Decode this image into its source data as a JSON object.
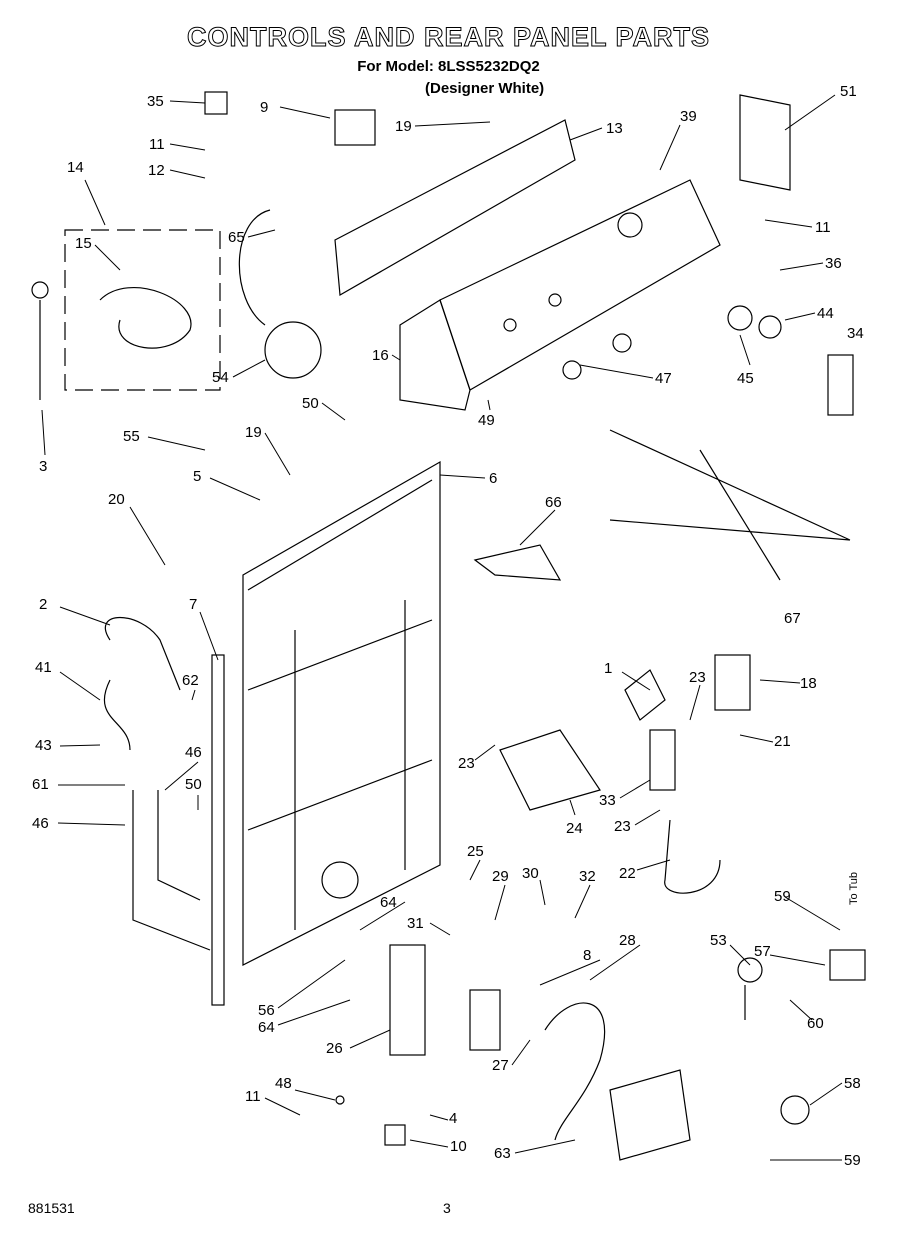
{
  "header": {
    "title": "CONTROLS AND REAR PANEL PARTS",
    "model": "For Model: 8LSS5232DQ2",
    "variant": "(Designer White)"
  },
  "footer": {
    "code": "881531",
    "page": "3"
  },
  "diagram": {
    "to_tub_note": "To Tub",
    "callouts": [
      "35",
      "9",
      "19",
      "13",
      "39",
      "51",
      "11",
      "12",
      "14",
      "65",
      "15",
      "11",
      "36",
      "44",
      "34",
      "16",
      "54",
      "47",
      "45",
      "49",
      "50",
      "55",
      "19",
      "3",
      "5",
      "6",
      "66",
      "20",
      "67",
      "2",
      "7",
      "62",
      "1",
      "23",
      "18",
      "41",
      "43",
      "46",
      "23",
      "21",
      "61",
      "50",
      "33",
      "24",
      "46",
      "23",
      "25",
      "30",
      "29",
      "32",
      "22",
      "59",
      "64",
      "31",
      "53",
      "28",
      "8",
      "57",
      "60",
      "56",
      "64",
      "26",
      "27",
      "58",
      "11",
      "48",
      "4",
      "10",
      "63",
      "59"
    ]
  }
}
